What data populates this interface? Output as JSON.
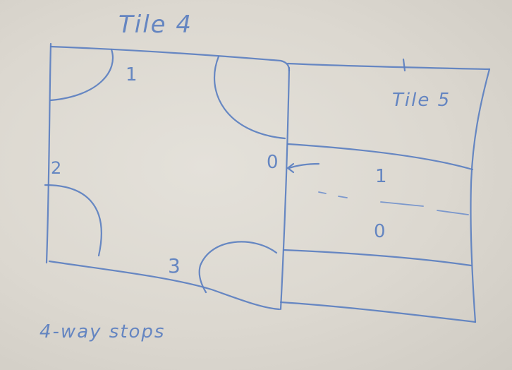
{
  "tile_4": {
    "title": "Tile 4"
  },
  "tile_5": {
    "title": "Tile 5"
  },
  "tile_4_corners": {
    "c1": "1",
    "c2": "2",
    "c3": "3",
    "c0": "0"
  },
  "tile_5_lanes": {
    "upper": "1",
    "lower": "0"
  },
  "note": {
    "text": "4-way stops"
  },
  "colors": {
    "ink": "#5b7fc0",
    "whiteboard": "#dcd8d0"
  }
}
